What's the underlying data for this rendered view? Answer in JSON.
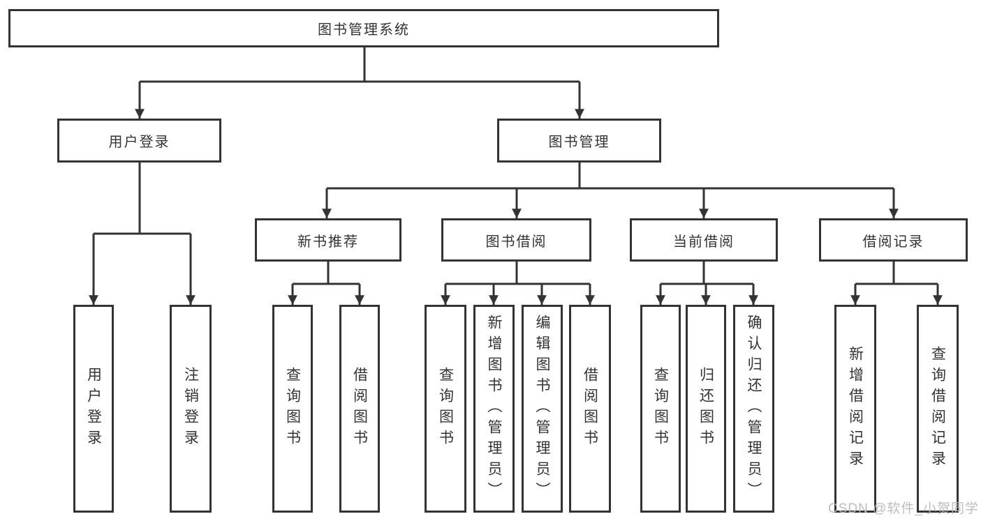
{
  "diagram": {
    "title": "图书管理系统",
    "nodes": {
      "root": {
        "label": "图书管理系统"
      },
      "level2": [
        {
          "label": "用户登录"
        },
        {
          "label": "图书管理"
        }
      ],
      "level3": [
        {
          "label": "新书推荐",
          "parent": "图书管理"
        },
        {
          "label": "图书借阅",
          "parent": "图书管理"
        },
        {
          "label": "当前借阅",
          "parent": "图书管理"
        },
        {
          "label": "借阅记录",
          "parent": "图书管理"
        }
      ],
      "leaves": [
        {
          "label": "用户登录",
          "parent": "用户登录"
        },
        {
          "label": "注销登录",
          "parent": "用户登录"
        },
        {
          "label": "查询图书",
          "parent": "新书推荐"
        },
        {
          "label": "借阅图书",
          "parent": "新书推荐"
        },
        {
          "label": "查询图书",
          "parent": "图书借阅"
        },
        {
          "label": "新增图书（管理员）",
          "parent": "图书借阅"
        },
        {
          "label": "编辑图书（管理员）",
          "parent": "图书借阅"
        },
        {
          "label": "借阅图书",
          "parent": "图书借阅"
        },
        {
          "label": "查询图书",
          "parent": "当前借阅"
        },
        {
          "label": "归还图书",
          "parent": "当前借阅"
        },
        {
          "label": "确认归还（管理员）",
          "parent": "当前借阅"
        },
        {
          "label": "新增借阅记录",
          "parent": "借阅记录"
        },
        {
          "label": "查询借阅记录",
          "parent": "借阅记录"
        }
      ]
    },
    "colors": {
      "line": "#333333",
      "text": "#333333",
      "background": "#ffffff",
      "watermark": "#b9b9b9"
    }
  },
  "watermark": {
    "text": "CSDN @软件_小贺同学"
  }
}
